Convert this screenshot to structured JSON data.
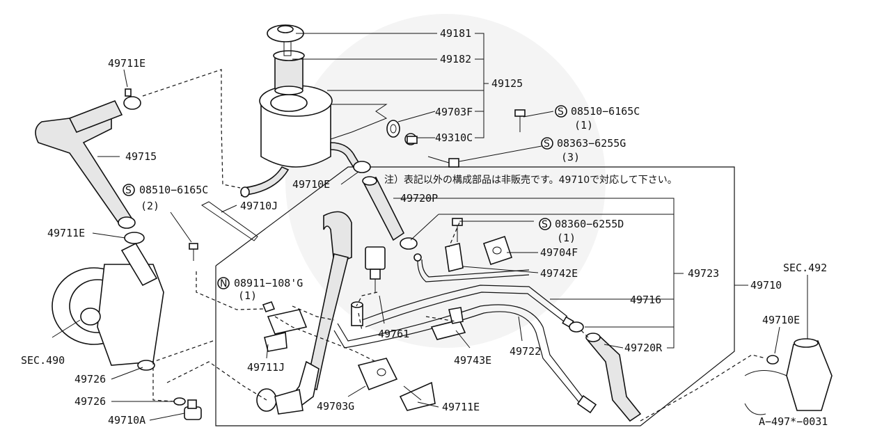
{
  "diagram": {
    "note": "注）表記以外の構成部品は非販売です。49710で対応して下さい。",
    "figure_code": "A−497*−0031",
    "labels": {
      "p49181": "49181",
      "p49182": "49182",
      "p49125": "49125",
      "p49703F": "49703F",
      "p49310C": "49310C",
      "s08510_top": "08510−6165C",
      "s08510_top_qty": "(1)",
      "s08363": "08363−6255G",
      "s08363_qty": "(3)",
      "p49711E_top": "49711E",
      "p49715": "49715",
      "s08510_left": "08510−6165C",
      "s08510_left_qty": "(2)",
      "p49710J": "49710J",
      "p49710E_mid": "49710E",
      "p49711E_left": "49711E",
      "p49720P": "49720P",
      "s08360": "08360−6255D",
      "s08360_qty": "(1)",
      "p49704F": "49704F",
      "p49742E": "49742E",
      "p49723": "49723",
      "p49710": "49710",
      "sec492": "SEC.492",
      "n08911": "08911−108'G",
      "n08911_qty": "(1)",
      "p49716": "49716",
      "p49710E_right": "49710E",
      "p49761": "49761",
      "p49720R": "49720R",
      "sec490": "SEC.490",
      "p49711J": "49711J",
      "p49743E": "49743E",
      "p49722": "49722",
      "p49726_a": "49726",
      "p49726_b": "49726",
      "p49703G": "49703G",
      "p49711E_bottom": "49711E",
      "p49710A": "49710A"
    },
    "symbols": {
      "s": "S",
      "n": "N"
    }
  }
}
